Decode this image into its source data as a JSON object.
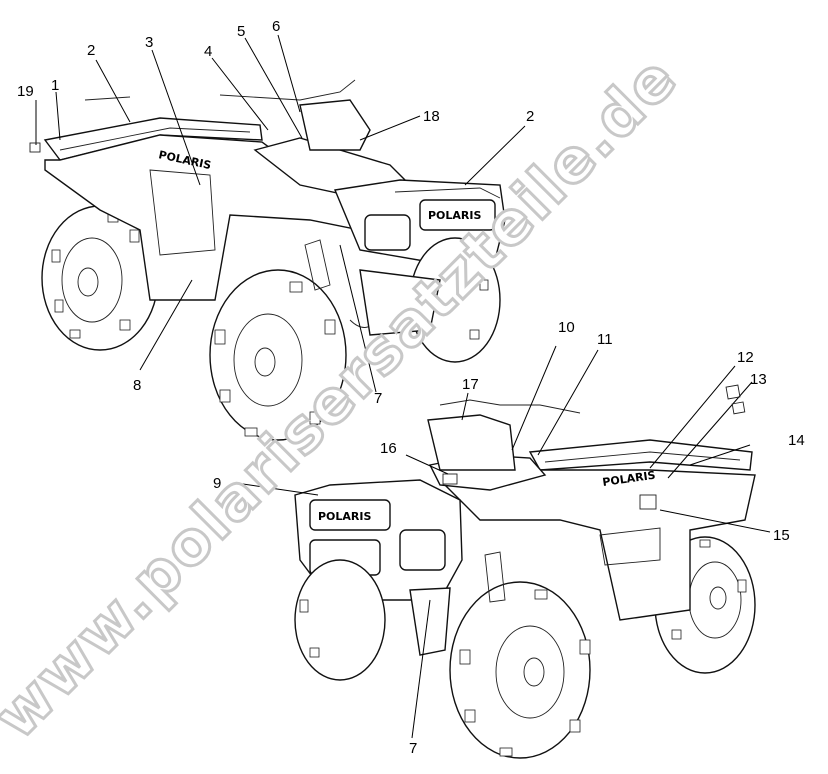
{
  "diagram": {
    "watermark": "www.polarisersatzteile.de",
    "brand_text_front": "POLARIS",
    "brand_text_side": "POLARIS",
    "callouts_top": [
      {
        "id": "c19",
        "label": "19"
      },
      {
        "id": "c1",
        "label": "1"
      },
      {
        "id": "c2a",
        "label": "2"
      },
      {
        "id": "c3",
        "label": "3"
      },
      {
        "id": "c4",
        "label": "4"
      },
      {
        "id": "c5",
        "label": "5"
      },
      {
        "id": "c6",
        "label": "6"
      },
      {
        "id": "c18",
        "label": "18"
      },
      {
        "id": "c2b",
        "label": "2"
      },
      {
        "id": "c8",
        "label": "8"
      },
      {
        "id": "c7a",
        "label": "7"
      }
    ],
    "callouts_bottom": [
      {
        "id": "c10",
        "label": "10"
      },
      {
        "id": "c11",
        "label": "11"
      },
      {
        "id": "c12",
        "label": "12"
      },
      {
        "id": "c13",
        "label": "13"
      },
      {
        "id": "c17",
        "label": "17"
      },
      {
        "id": "c16",
        "label": "16"
      },
      {
        "id": "c14",
        "label": "14"
      },
      {
        "id": "c9",
        "label": "9"
      },
      {
        "id": "c15",
        "label": "15"
      },
      {
        "id": "c7b",
        "label": "7"
      }
    ]
  }
}
